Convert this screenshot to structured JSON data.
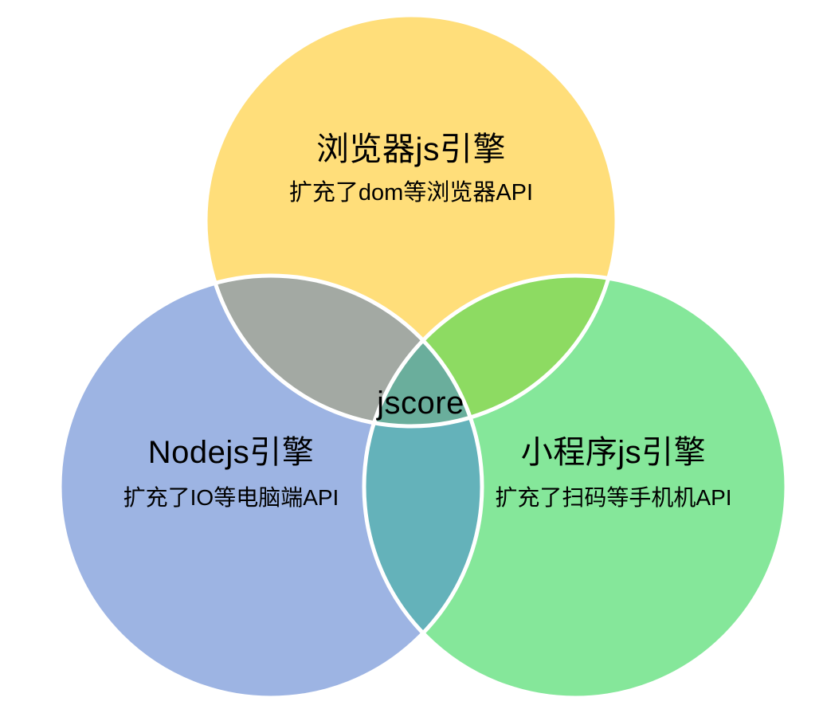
{
  "diagram": {
    "type": "venn",
    "sets": [
      {
        "id": "browser",
        "position": "top",
        "title": "浏览器js引擎",
        "subtitle": "扩充了dom等浏览器API",
        "color": "#FFDE7A"
      },
      {
        "id": "nodejs",
        "position": "bottom-left",
        "title": "Nodejs引擎",
        "subtitle": "扩充了IO等电脑端API",
        "color": "#9DB4E3"
      },
      {
        "id": "miniprogram",
        "position": "bottom-right",
        "title": "小程序js引擎",
        "subtitle": "扩充了扫码等手机机API",
        "color": "#85E79A"
      }
    ],
    "intersections": [
      {
        "id": "browser-nodejs",
        "label": "",
        "color": "#A3A9A3"
      },
      {
        "id": "browser-miniprogram",
        "label": "",
        "color": "#8DDB62"
      },
      {
        "id": "nodejs-miniprogram",
        "label": "",
        "color": "#64B2BA"
      },
      {
        "id": "all-three",
        "label": "jscore",
        "color": "#6AAE9C"
      }
    ],
    "center_label": "jscore",
    "background": "#FFFFFF",
    "stroke": "#FFFFFF"
  }
}
